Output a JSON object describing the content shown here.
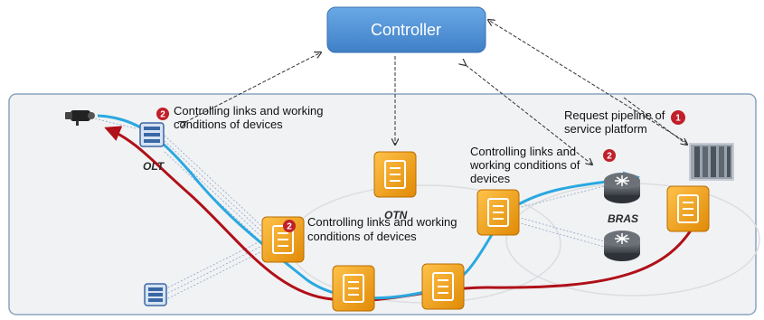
{
  "controller": {
    "label": "Controller"
  },
  "devices": {
    "olt": "OLT",
    "otn": "OTN",
    "bras": "BRAS"
  },
  "annotations": {
    "left": {
      "badge": "2",
      "lines": [
        "Controlling links and working",
        "conditions of devices"
      ]
    },
    "middle": {
      "badge": "2",
      "lines": [
        "Controlling links and working",
        "conditions of devices"
      ]
    },
    "right": {
      "badge": "2",
      "lines": [
        "Controlling links and",
        "working conditions of",
        "devices"
      ]
    },
    "request": {
      "badge": "1",
      "lines": [
        "Request pipeline of",
        "service platform"
      ]
    }
  },
  "colors": {
    "controller": "#4a8fd4",
    "device": "#f2a114",
    "badge": "#c0202a",
    "path_blue": "#2aa8e0",
    "path_red": "#b01018",
    "panel": "#f1f2f4"
  },
  "icons": [
    "camera-icon",
    "olt-icon",
    "otn-switch-icon",
    "router-icon",
    "server-rack-icon"
  ]
}
